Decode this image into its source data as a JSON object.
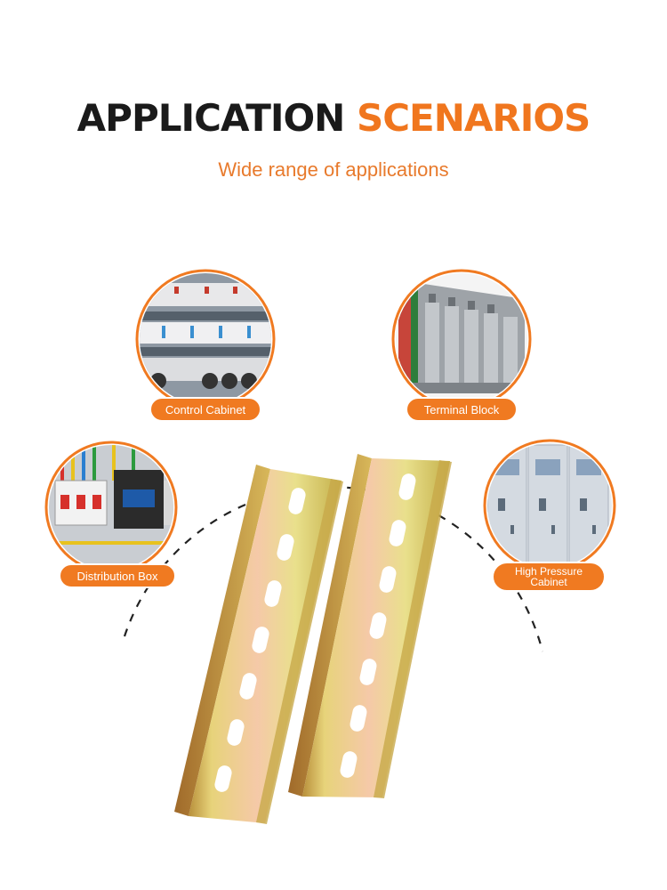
{
  "header": {
    "title_main": "APPLICATION",
    "title_accent": "SCENARIOS",
    "subtitle": "Wide range of applications"
  },
  "applications": [
    {
      "label": "Control Cabinet",
      "icon": "control-cabinet-photo"
    },
    {
      "label": "Terminal Block",
      "icon": "terminal-block-photo"
    },
    {
      "label": "Distribution Box",
      "icon": "distribution-box-photo"
    },
    {
      "label": "High Pressure Cabinet",
      "icon": "high-pressure-cabinet-photo"
    }
  ],
  "colors": {
    "accent": "#f07a21",
    "title_dark": "#1a1a1a",
    "rail_gold": "#d9c24a"
  }
}
